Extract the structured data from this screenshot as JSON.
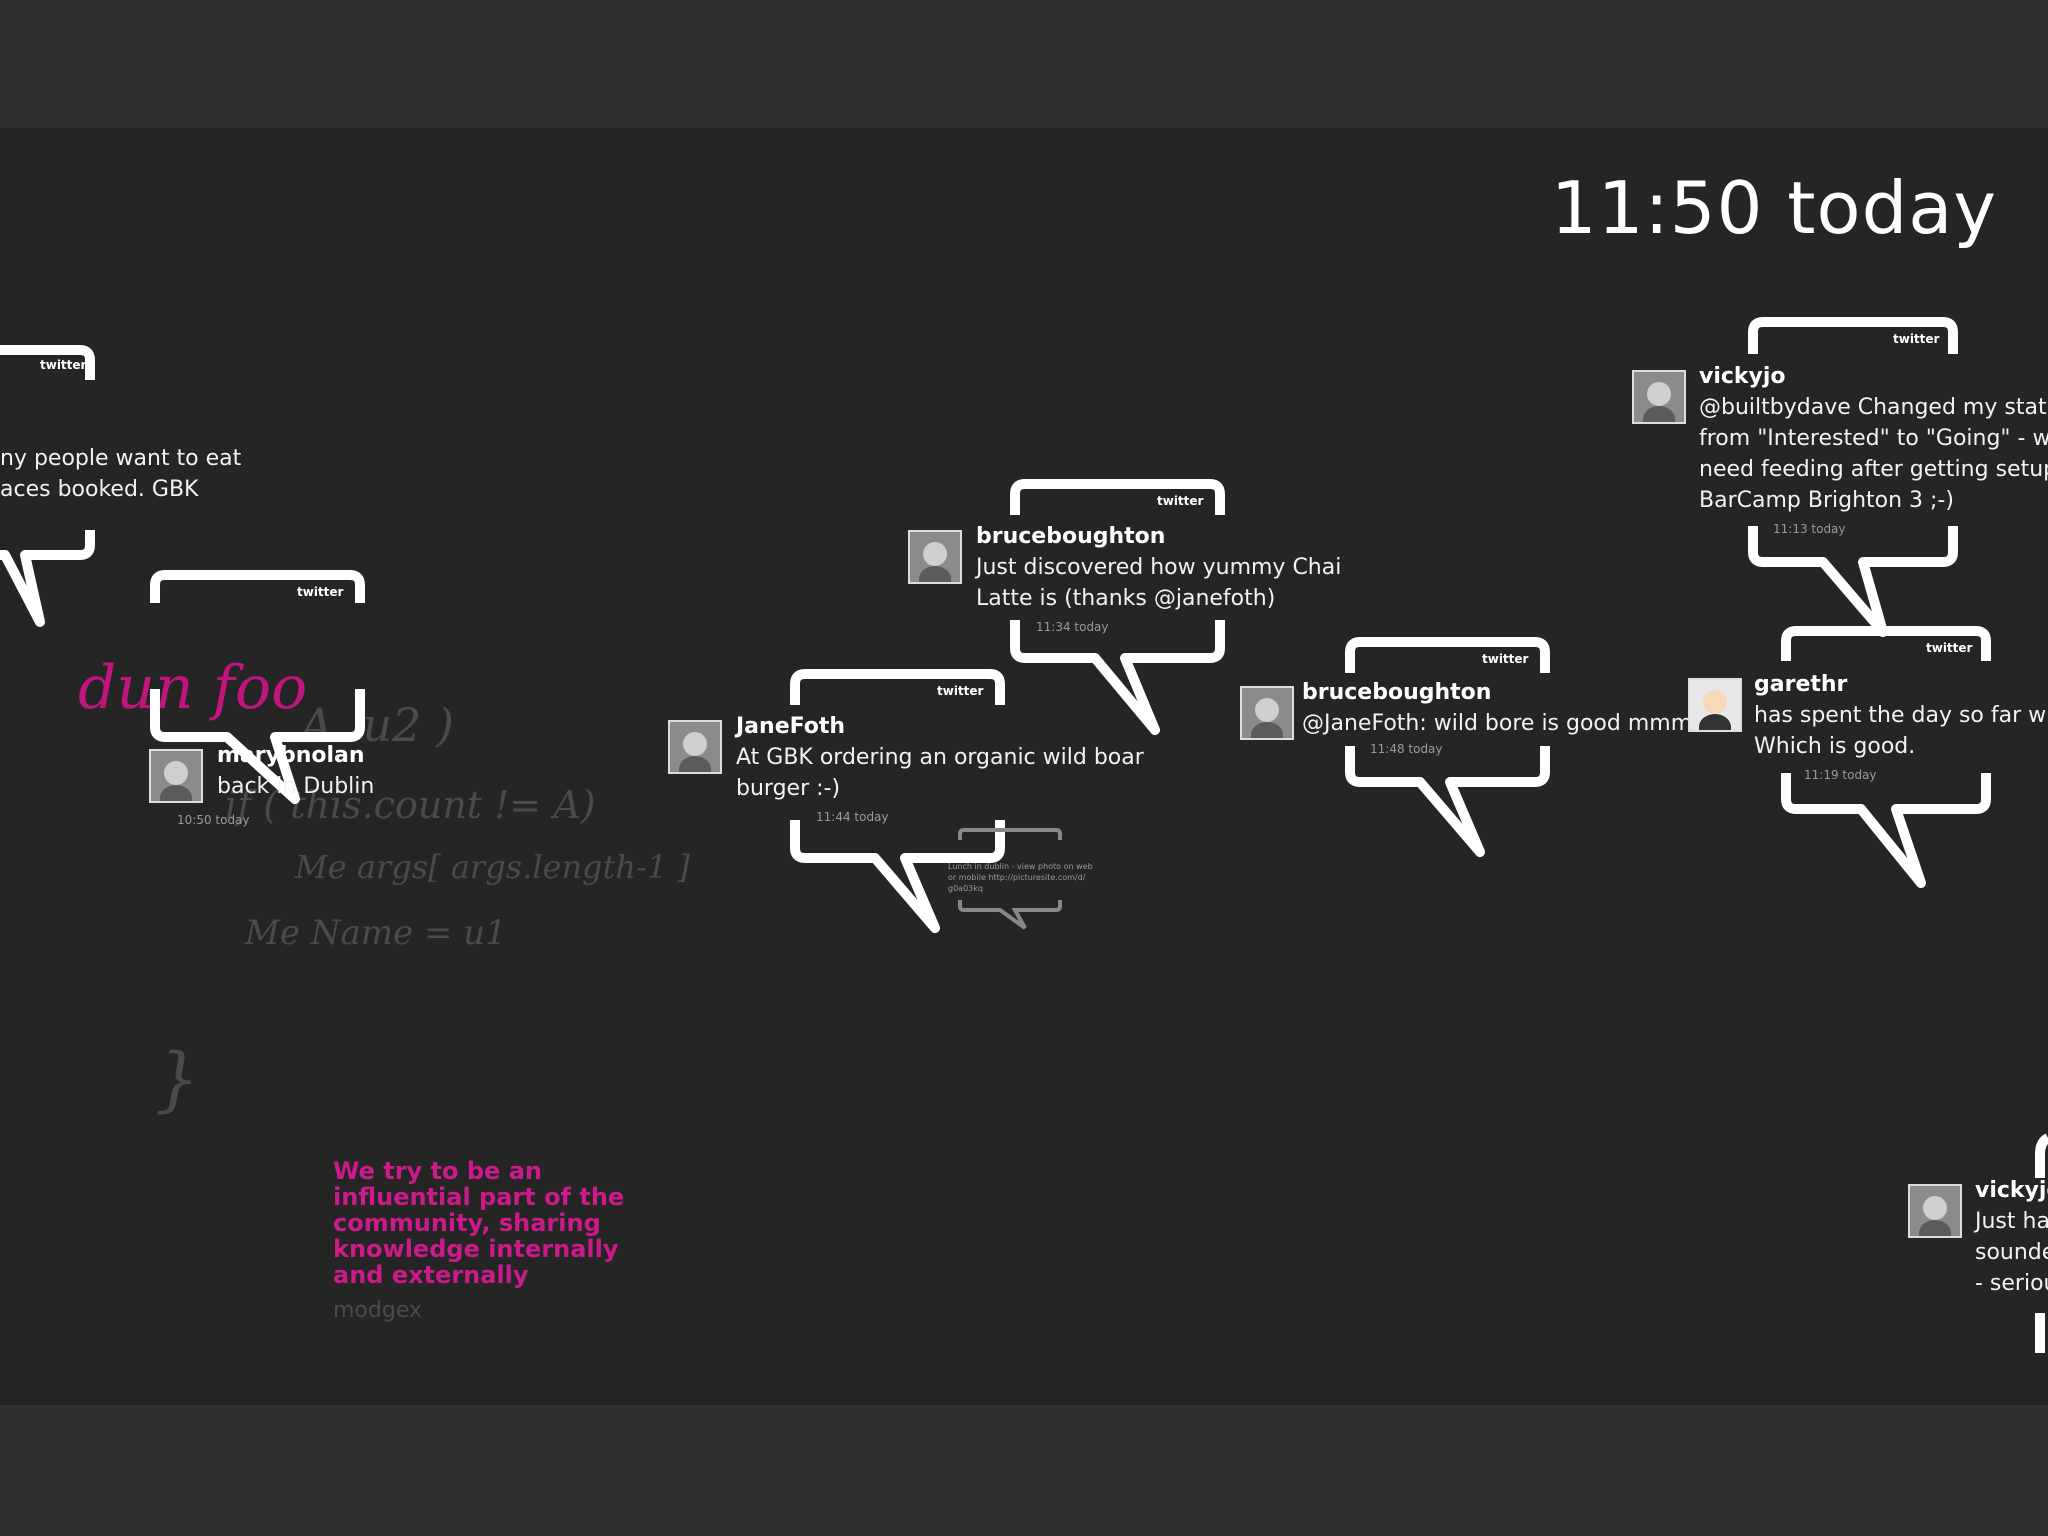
{
  "clock": "11:50 today",
  "source_label": "twitter",
  "tweets": [
    {
      "user": "",
      "text": "ny people want to eat\naces booked. GBK",
      "time": ""
    },
    {
      "user": "marybnolan",
      "text": "back in Dublin",
      "time": "10:50 today"
    },
    {
      "user": "JaneFoth",
      "text": "At GBK ordering an organic wild boar\nburger :-)",
      "time": "11:44 today"
    },
    {
      "user": "bruceboughton",
      "text": "Just discovered how yummy Chai\nLatte is (thanks @janefoth)",
      "time": "11:34 today"
    },
    {
      "user": "bruceboughton",
      "text": "@JaneFoth: wild bore is good mmm",
      "time": "11:48 today"
    },
    {
      "user": "vickyjo",
      "text": "@builtbydave Changed my status\nfrom \"Interested\" to \"Going\" - will\nneed feeding after getting setup\nBarCamp Brighton 3 ;-)",
      "time": "11:13 today"
    },
    {
      "user": "garethr",
      "text": "has spent the day so far writ\nWhich is good.",
      "time": "11:19 today"
    },
    {
      "user": "vickyjo",
      "text": "Just ha\nsounde\n- seriou",
      "time": ""
    }
  ],
  "small_tweet": "Lunch in dublin - view photo on web\nor mobile http://picturesite.com/d/\ng0a03kq",
  "tagline": "We try to be an influential part of the community, sharing knowledge internally and externally",
  "brand": "modgex",
  "whiteboard_word": "dun foo"
}
